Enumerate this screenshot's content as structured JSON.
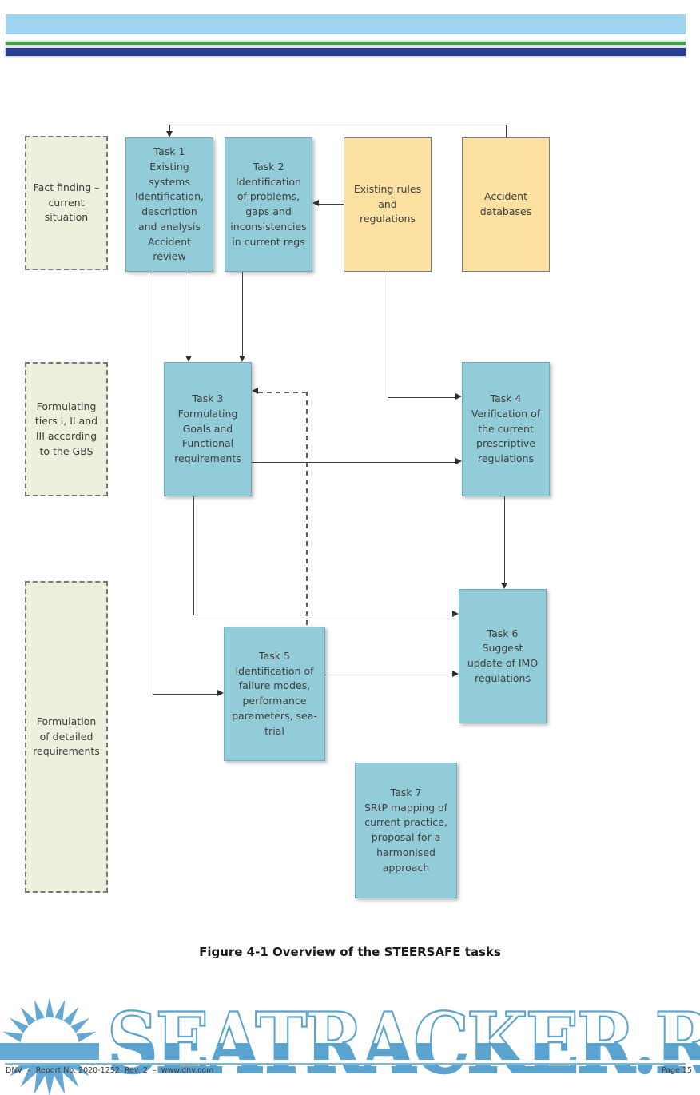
{
  "header": {
    "bar_colors": {
      "light_blue": "#9fd5ef",
      "green": "#3ea145",
      "navy": "#2c3c90"
    }
  },
  "diagram": {
    "phases": [
      {
        "label": "Fact finding –\ncurrent\nsituation"
      },
      {
        "label": "Formulating\ntiers I, II and\nIII according\nto the GBS"
      },
      {
        "label": "Formulation\nof detailed\nrequirements"
      }
    ],
    "tasks": [
      {
        "label": "Task 1\nExisting\nsystems\nIdentification,\ndescription\nand analysis\nAccident\nreview"
      },
      {
        "label": "Task 2\nIdentification\nof problems,\ngaps and\ninconsistencies\nin current regs"
      },
      {
        "label": "Task 3\nFormulating\nGoals and\nFunctional\nrequirements"
      },
      {
        "label": "Task 4\nVerification of\nthe current\nprescriptive\nregulations"
      },
      {
        "label": "Task 5\nIdentification of\nfailure modes,\nperformance\nparameters, sea-\ntrial"
      },
      {
        "label": "Task 6\nSuggest\nupdate of IMO\nregulations"
      },
      {
        "label": "Task 7\nSRtP mapping of\ncurrent practice,\nproposal for  a\nharmonised\napproach"
      }
    ],
    "inputs": [
      {
        "label": "Existing rules\nand\nregulations"
      },
      {
        "label": "Accident\ndatabases"
      }
    ],
    "box_colors": {
      "task_blue": "#92ccd9",
      "input_yellow": "#fbe0a1",
      "phase_green": "#eaf0dc"
    }
  },
  "caption": "Figure 4-1 Overview of the STEERSAFE tasks",
  "watermark": {
    "text": "SEATRACKER.RU",
    "color": "#5ca4d0"
  },
  "footer": {
    "left": "DNV  –  Report No. 2020-1252, Rev. 2  –  www.dnv.com",
    "right": "Page 15"
  }
}
